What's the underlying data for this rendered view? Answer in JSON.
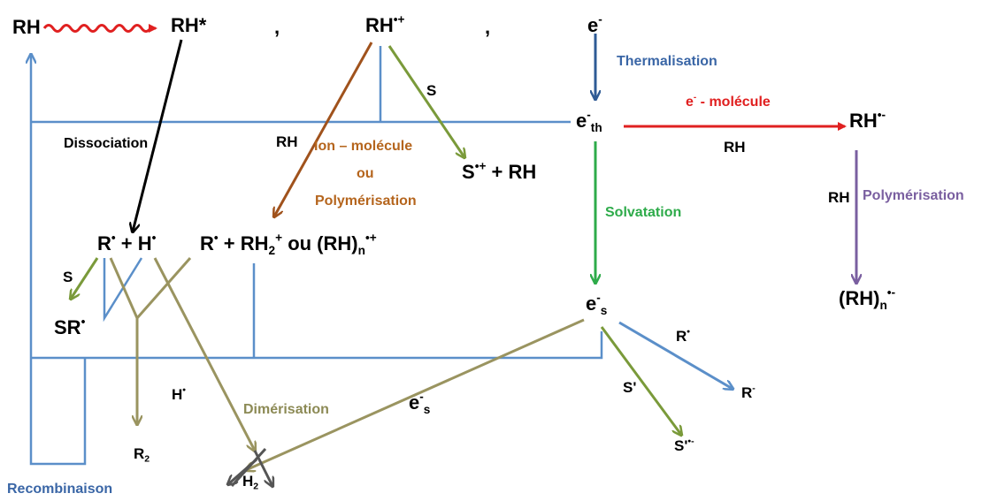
{
  "colors": {
    "blue": "#5b8fc9",
    "dark_blue": "#2f5b95",
    "red": "#e02020",
    "brown": "#a0521c",
    "olive_green": "#7a9a3a",
    "green": "#2eab4a",
    "purple": "#7a5fa0",
    "khaki": "#9a9460",
    "gray": "#555555",
    "black": "#000000"
  },
  "species": {
    "rh": "RH",
    "rh_star": "RH*",
    "rh_cation": {
      "base": "RH",
      "sup": "•+"
    },
    "e_minus": {
      "base": "e",
      "sup": "-"
    },
    "e_th": {
      "base": "e",
      "sup": "-",
      "sub": "th"
    },
    "rh_anion": {
      "base": "RH",
      "sup": "•-"
    },
    "rhn_anion": {
      "base": "(RH)",
      "sub": "n",
      "sup": "•-"
    },
    "s_cation_rh": {
      "base": "S",
      "sup": "•+",
      "tail": " + RH"
    },
    "r_plus_h": {
      "a": "R",
      "a_sup": "•",
      "mid": " + H",
      "b_sup": "•"
    },
    "r_plus_rh2": {
      "a": "R",
      "a_sup": "•",
      "mid": " + RH",
      "mid_sub": "2",
      "mid_sup": "+",
      "tail": " ou (RH)",
      "tail_sub": "n",
      "tail_sup": "•+"
    },
    "sr": {
      "base": "SR",
      "sup": "•"
    },
    "e_s": {
      "base": "e",
      "sup": "-",
      "sub": "s"
    },
    "e_s_mid": {
      "base": "e",
      "sup": "-",
      "sub": "s"
    },
    "r_minus": {
      "base": "R",
      "sup": "-"
    },
    "s_prime_anion": {
      "base": "S'",
      "sup": "•-"
    },
    "r2": {
      "base": "R",
      "sub": "2"
    },
    "h2": {
      "base": "H",
      "sub": "2"
    },
    "h_dot": {
      "base": "H",
      "sup": "•"
    },
    "r_dot": {
      "base": "R",
      "sup": "•"
    }
  },
  "separators": [
    ",",
    ","
  ],
  "labels": {
    "thermalisation": "Thermalisation",
    "e_molecule": {
      "base": "e",
      "sup": "-",
      "tail": " - molécule"
    },
    "rh_under_arrow": "RH",
    "rh_left_polym": "RH",
    "polymerisation_right": "Polymérisation",
    "dissociation": "Dissociation",
    "rh_ion": "RH",
    "ion_molecule": "Ion – molécule",
    "ou": "ou",
    "polymerisation": "Polymérisation",
    "s_top": "S",
    "s_left": "S",
    "s_prime": "S'",
    "solvatation": "Solvatation",
    "dimerisation": "Dimérisation",
    "recombinaison": "Recombinaison"
  }
}
